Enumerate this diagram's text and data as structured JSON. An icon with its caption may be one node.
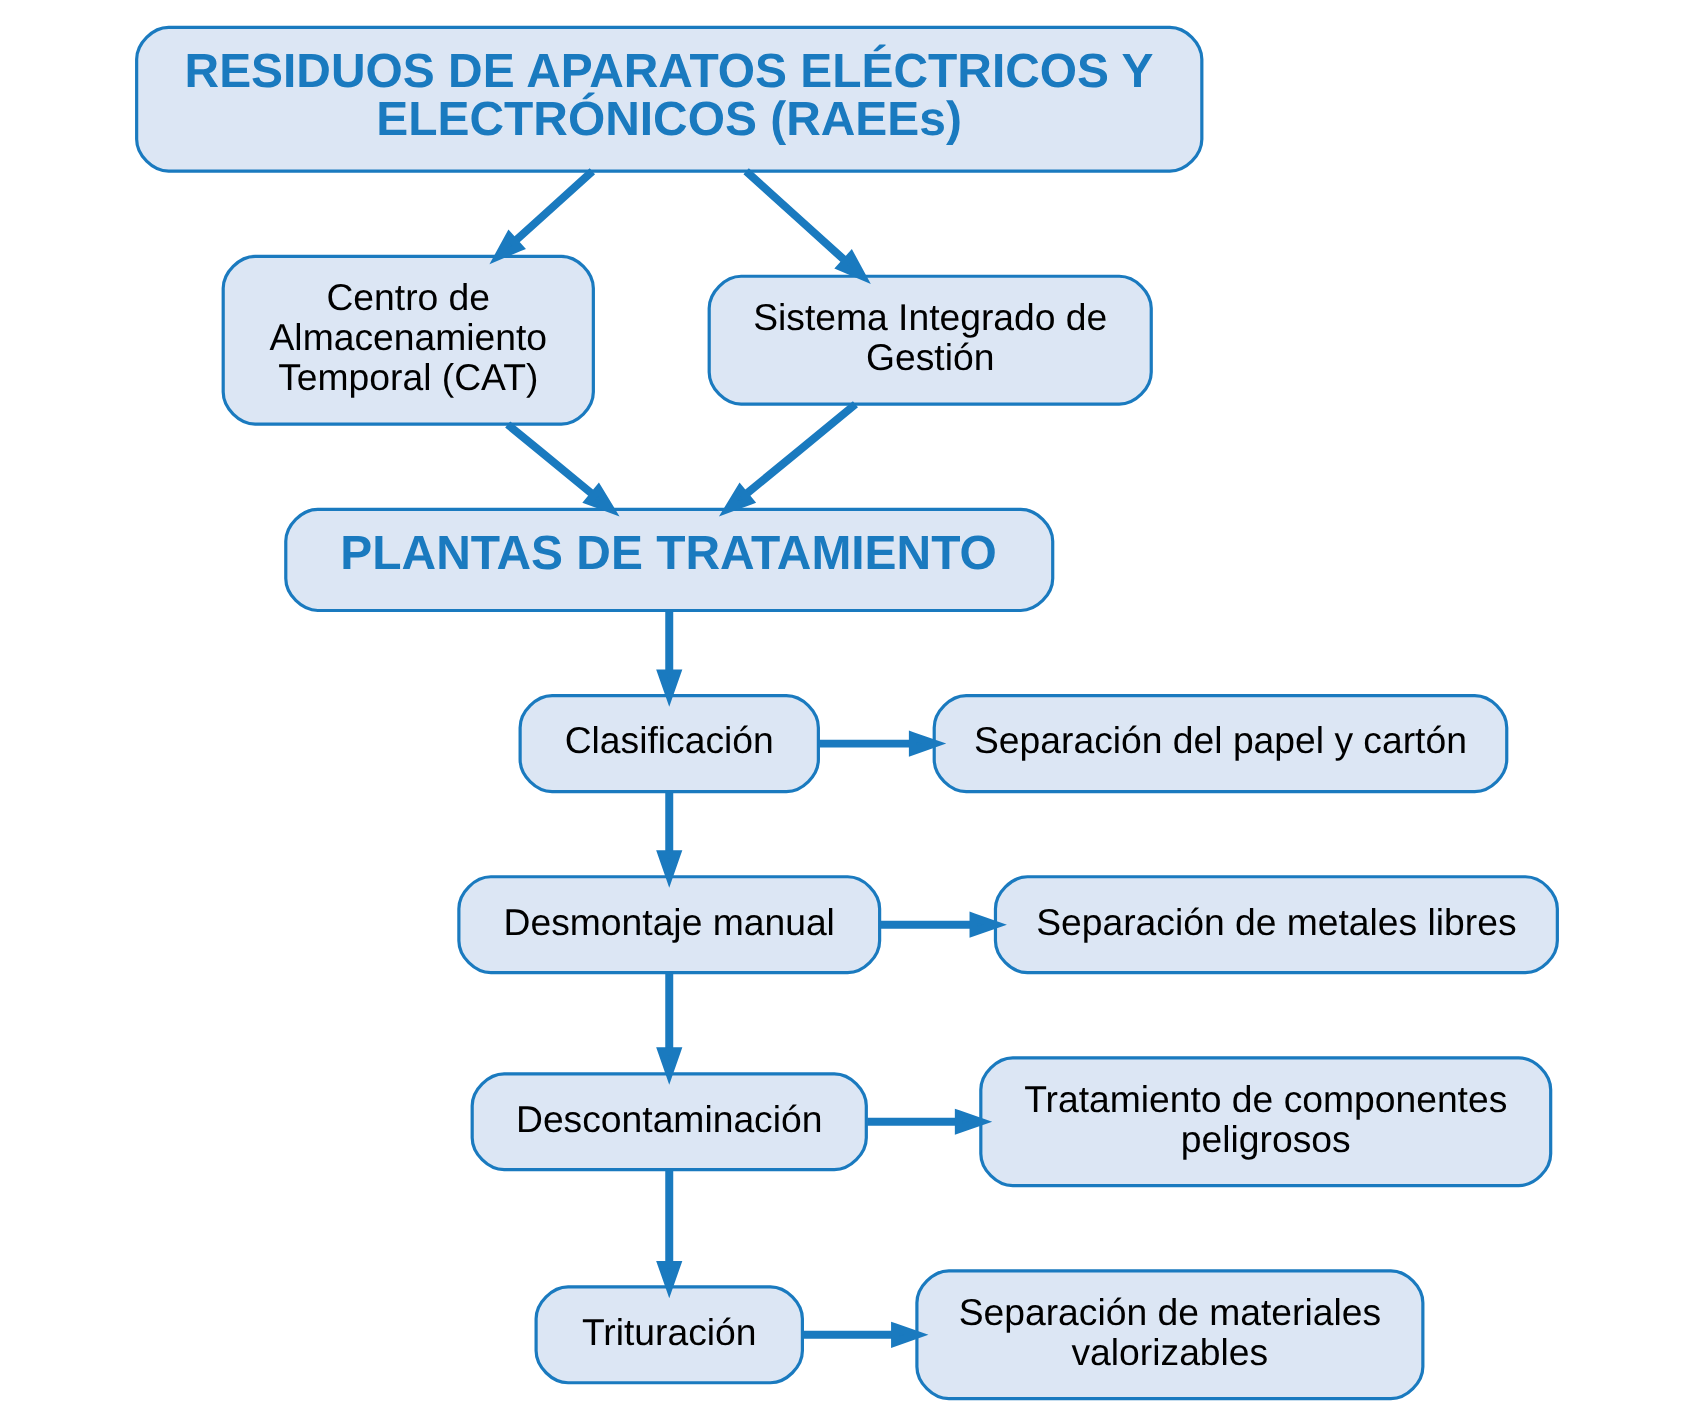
{
  "diagram": {
    "nodes": [
      {
        "text": [
          "RESIDUOS DE APARATOS ELÉCTRICOS Y ELECTRÓNICOS (RAEEs)"
        ]
      },
      {
        "text": [
          "Centro de Almacenamiento Temporal (CAT)"
        ]
      },
      {
        "text": [
          "Sistema Integrado de Gestión"
        ]
      },
      {
        "text": [
          "PLANTAS DE TRATAMIENTO"
        ]
      },
      {
        "text": [
          "Clasificación"
        ]
      },
      {
        "text": [
          "Separación del papel y cartón"
        ]
      },
      {
        "text": [
          "Desmontaje manual"
        ]
      },
      {
        "text": [
          "Separación de metales libres"
        ]
      },
      {
        "text": [
          "Descontaminación"
        ]
      },
      {
        "text": [
          "Tratamiento de componentes peligrosos"
        ]
      },
      {
        "text": [
          "Trituración"
        ]
      },
      {
        "text": [
          "Separación de materiales valorizables"
        ]
      }
    ],
    "edges": [
      {
        "from": 0,
        "to": 1,
        "arrow": "to"
      },
      {
        "from": 0,
        "to": 2,
        "arrow": "to"
      },
      {
        "from": 1,
        "to": 3,
        "arrow": "to"
      },
      {
        "from": 2,
        "to": 3,
        "arrow": "to"
      },
      {
        "from": 3,
        "to": 4,
        "arrow": "to"
      },
      {
        "from": 4,
        "to": 5,
        "arrow": "to"
      },
      {
        "from": 4,
        "to": 6,
        "arrow": "to"
      },
      {
        "from": 6,
        "to": 7,
        "arrow": "to"
      },
      {
        "from": 6,
        "to": 8,
        "arrow": "to"
      },
      {
        "from": 8,
        "to": 9,
        "arrow": "to"
      },
      {
        "from": 8,
        "to": 10,
        "arrow": "to"
      },
      {
        "from": 10,
        "to": 11,
        "arrow": "to"
      }
    ]
  }
}
